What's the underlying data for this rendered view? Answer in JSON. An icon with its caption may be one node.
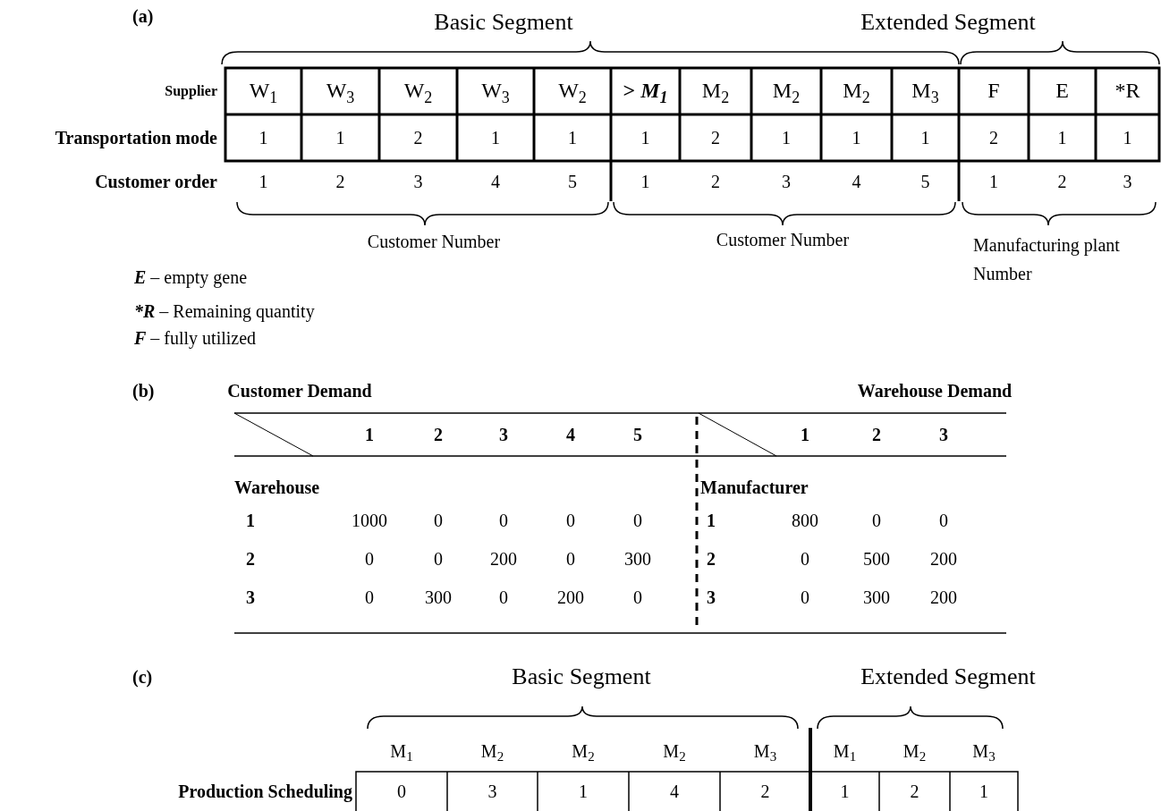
{
  "diagram": {
    "labels": [
      "(a)",
      "Basic Segment",
      "Extended Segment",
      "Supplier",
      "W$_{1}$",
      "W$_{3}$",
      "W$_{2}$",
      "W$_{3}$",
      "W$_{2}$",
      "> *M$_{1}$*",
      "M$_{2}$",
      "M$_{2}$",
      "M$_{2}$",
      "M$_{3}$",
      "F",
      "E",
      "*R",
      "Transportation mode",
      "1",
      "1",
      "2",
      "1",
      "1",
      "1",
      "2",
      "1",
      "1",
      "1",
      "2",
      "1",
      "1",
      "Customer order",
      "1",
      "2",
      "3",
      "4",
      "5",
      "1",
      "2",
      "3",
      "4",
      "5",
      "1",
      "2",
      "3",
      "Customer Number",
      "Customer Number",
      "Manufacturing plant Number",
      "**E** – empty gene",
      "***R** – Remaining quantity",
      "**F** – fully utilized",
      "(b)",
      "Customer Demand",
      "Warehouse Demand",
      "1",
      "2",
      "3",
      "4",
      "5",
      "1",
      "2",
      "3",
      "Warehouse",
      "Manufacturer",
      "1",
      "1000",
      "0",
      "0",
      "0",
      "0",
      "1",
      "800",
      "0",
      "0",
      "2",
      "0",
      "0",
      "200",
      "0",
      "300",
      "2",
      "0",
      "500",
      "200",
      "3",
      "0",
      "300",
      "0",
      "200",
      "0",
      "3",
      "0",
      "300",
      "200",
      "(c)",
      "Basic Segment",
      "Extended Segment",
      "M$_{1}$",
      "M$_{2}$",
      "M$_{2}$",
      "M$_{2}$",
      "M$_{3}$",
      "M$_{1}$",
      "M$_{2}$",
      "M$_{3}$",
      "Production Scheduling",
      "0",
      "3",
      "1",
      "4",
      "2",
      "1",
      "2",
      "1"
    ]
  }
}
